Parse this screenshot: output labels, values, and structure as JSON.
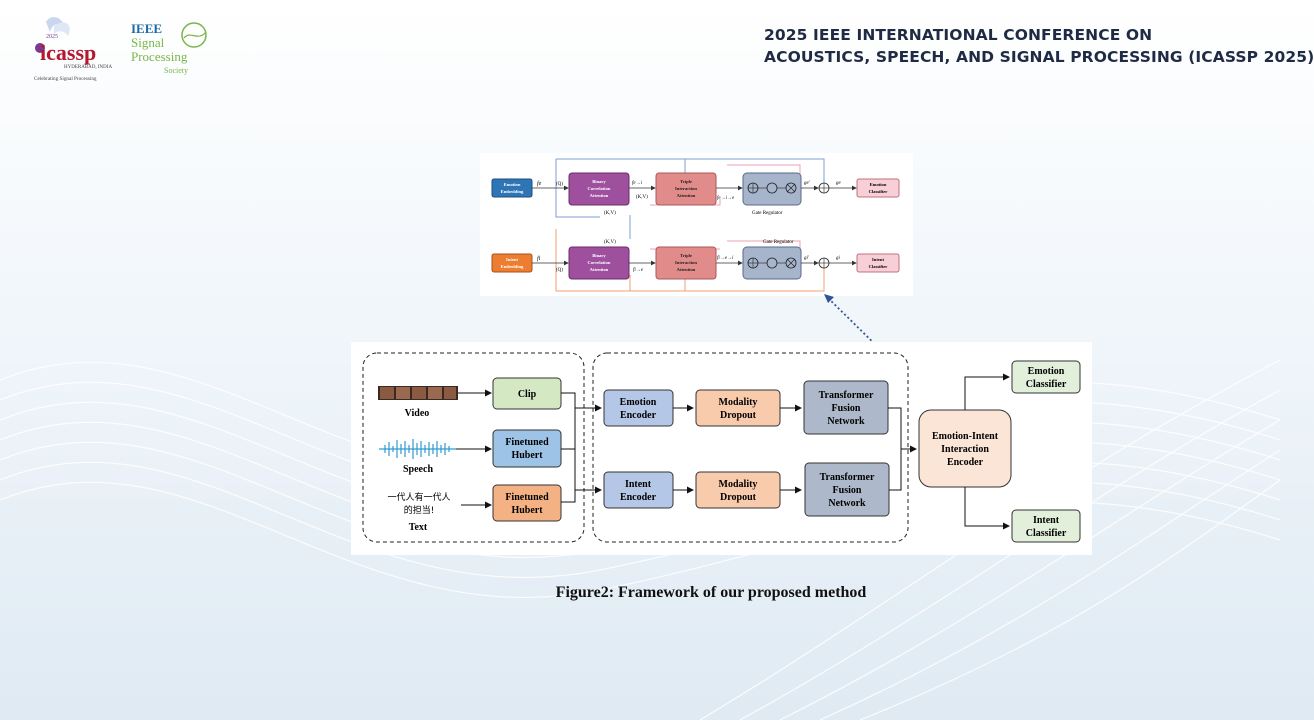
{
  "header": {
    "conference_line1": "2025 IEEE INTERNATIONAL CONFERENCE ON",
    "conference_line2": "ACOUSTICS, SPEECH, AND SIGNAL PROCESSING (ICASSP 2025)",
    "icassp_logo": {
      "year": "2025",
      "wordmark": "icassp",
      "location": "HYDERABAD, INDIA",
      "tagline": "Celebrating Signal Processing"
    },
    "ieee_sps_logo": {
      "line1": "IEEE",
      "line2": "Signal",
      "line3": "Processing",
      "line4": "Society"
    }
  },
  "top_figure": {
    "emotion_embedding": "Emotion Embedding",
    "intent_embedding": "Intent Embedding",
    "binary_attention": "Binary Correlation Attention",
    "triple_attention": "Triple Interaction Attention",
    "gate_regulator": "Gate Regulator",
    "emotion_classifier": "Emotion Classifier",
    "intent_classifier": "Intent Classifier",
    "q": "(Q)",
    "kv": "(K,V)",
    "f_e": "fe",
    "f_i": "fi",
    "f_e_i": "fe→i",
    "f_i_e": "fi→e",
    "f_e_i_e": "fe→i→e",
    "f_i_e_i": "fi→e→i",
    "g_e_prime": "ge'",
    "g_i_prime": "gi'",
    "g_e": "ge",
    "g_i": "gi"
  },
  "main_figure": {
    "video_label": "Video",
    "speech_label": "Speech",
    "text_label": "Text",
    "text_sample_line1": "一代人有一代人",
    "text_sample_line2": "的担当!",
    "clip": "Clip",
    "finetuned_hubert_1": [
      "Finetuned",
      "Hubert"
    ],
    "finetuned_hubert_2": [
      "Finetuned",
      "Hubert"
    ],
    "emotion_encoder": [
      "Emotion",
      "Encoder"
    ],
    "intent_encoder": [
      "Intent",
      "Encoder"
    ],
    "modality_dropout_1": [
      "Modality",
      "Dropout"
    ],
    "modality_dropout_2": [
      "Modality",
      "Dropout"
    ],
    "transformer_1": [
      "Transformer",
      "Fusion",
      "Network"
    ],
    "transformer_2": [
      "Transformer",
      "Fusion",
      "Network"
    ],
    "interaction_encoder": [
      "Emotion-Intent",
      "Interaction",
      "Encoder"
    ],
    "emotion_classifier": [
      "Emotion",
      "Classifier"
    ],
    "intent_classifier": [
      "Intent",
      "Classifier"
    ]
  },
  "caption": "Figure2: Framework of our proposed method",
  "colors": {
    "clip": "#d5e8c4",
    "hubert": "#9dc3e6",
    "hubert_text": "#f4b183",
    "encoder": "#b4c7e7",
    "dropout": "#f8cbad",
    "transformer": "#adb9ca",
    "interaction": "#fbe5d6",
    "classifier": "#e2efda",
    "binary_att": "#9e4f9e",
    "triple_att": "#e28b8b",
    "gate": "#a6b4cc",
    "emb_emotion": "#2e75b6",
    "emb_intent": "#ed7d31",
    "cls_pink": "#f8cfd6"
  }
}
